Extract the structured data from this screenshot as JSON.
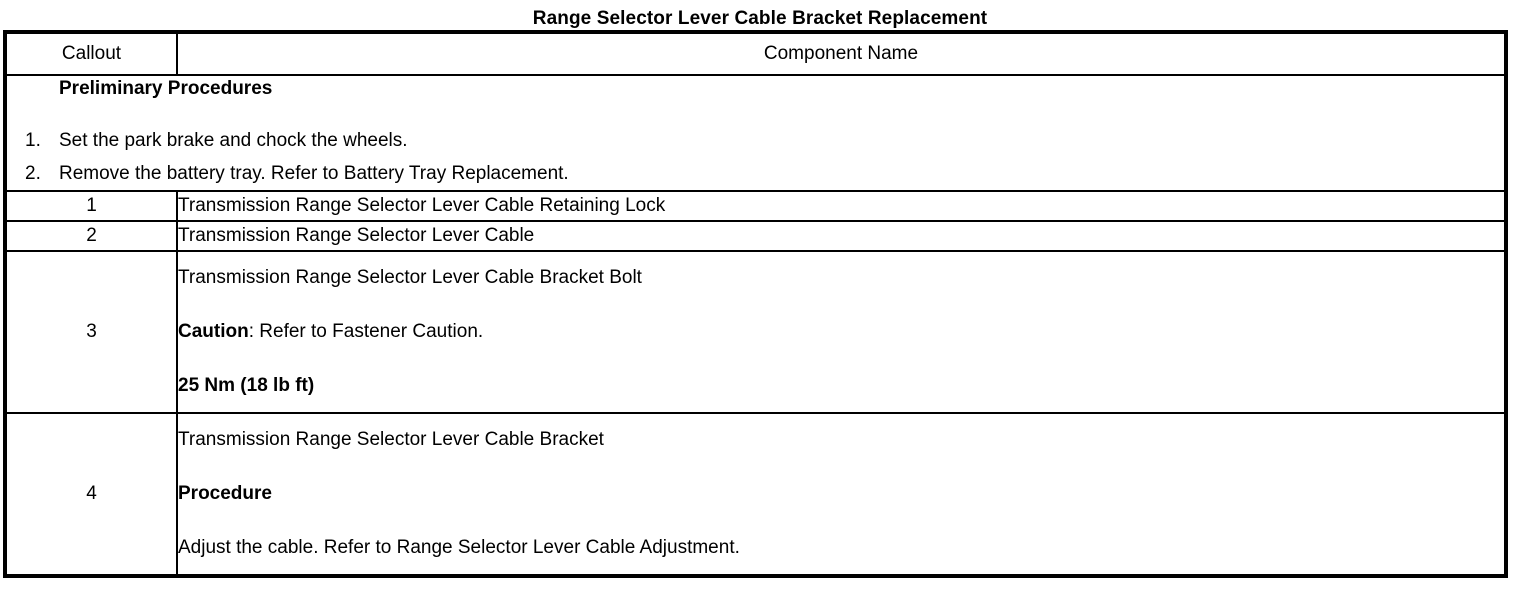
{
  "document": {
    "title": "Range Selector Lever Cable Bracket Replacement"
  },
  "table": {
    "headers": {
      "callout": "Callout",
      "component_name": "Component Name"
    },
    "preliminary": {
      "heading": "Preliminary Procedures",
      "steps": [
        {
          "number": "1.",
          "text": "Set the park brake and chock the wheels."
        },
        {
          "number": "2.",
          "text": "Remove the battery tray. Refer to Battery Tray Replacement."
        }
      ]
    },
    "rows": [
      {
        "callout": "1",
        "blocks": [
          {
            "text": "Transmission Range Selector Lever Cable Retaining Lock",
            "bold": false
          }
        ]
      },
      {
        "callout": "2",
        "blocks": [
          {
            "text": "Transmission Range Selector Lever Cable",
            "bold": false
          }
        ]
      },
      {
        "callout": "3",
        "blocks": [
          {
            "text": "Transmission Range Selector Lever Cable Bracket Bolt",
            "bold": false
          },
          {
            "label": "Caution",
            "text": ": Refer to Fastener Caution.",
            "bold": false
          },
          {
            "text": "25 Nm (18 lb ft)",
            "bold": true
          }
        ]
      },
      {
        "callout": "4",
        "blocks": [
          {
            "text": "Transmission Range Selector Lever Cable Bracket",
            "bold": false
          },
          {
            "text": "Procedure",
            "bold": true
          },
          {
            "text": "Adjust the cable. Refer to Range Selector Lever Cable Adjustment.",
            "bold": false
          }
        ]
      }
    ]
  }
}
